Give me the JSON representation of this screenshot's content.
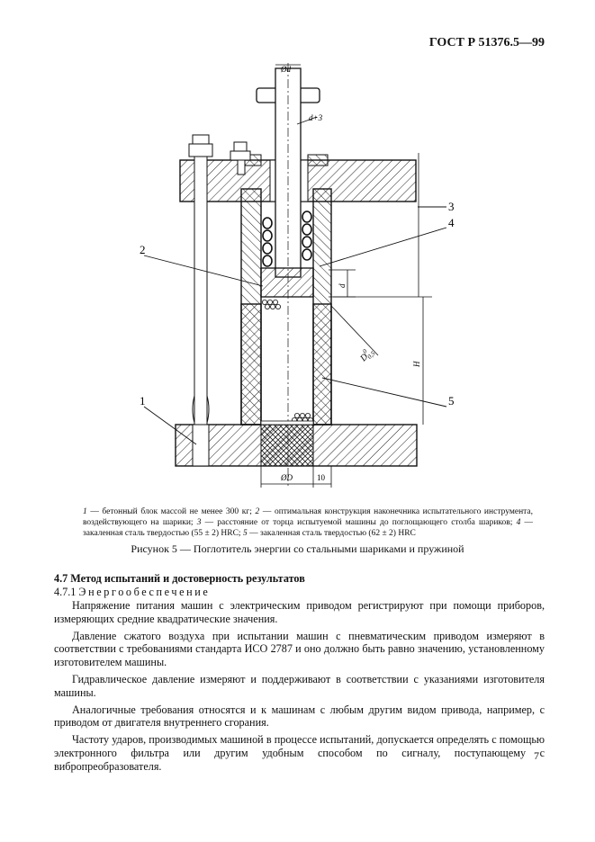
{
  "header": {
    "standard": "ГОСТ Р 51376.5—99"
  },
  "figure": {
    "labels": {
      "phi_d": "Ød",
      "d_plus_3": "d+3",
      "d": "d",
      "H": "H",
      "phi_D": "ØD",
      "ten": "10",
      "D_main": "D",
      "D_sup": "0",
      "D_sub": "0,5",
      "n1": "1",
      "n2": "2",
      "n3": "3",
      "n4": "4",
      "n5": "5"
    },
    "legend": {
      "i1": "1",
      "t1": " — бетонный блок массой не менее 300 кг; ",
      "i2": "2",
      "t2": " — оптимальная конструкция наконечника испытательного инструмента, воздействующего на шарики; ",
      "i3": "3",
      "t3": " — расстояние от торца испытуемой машины до поглощающего столба шариков; ",
      "i4": "4",
      "t4": " — закаленная сталь твердостью (55 ± 2) HRC; ",
      "i5": "5",
      "t5": " — закаленная сталь твердостью (62 ± 2) HRC"
    },
    "title": "Рисунок 5 — Поглотитель энергии со стальными шариками и пружиной"
  },
  "section": {
    "heading": "4.7 Метод испытаний и достоверность результатов",
    "sub_number": "4.7.1",
    "sub_title": "Энергообеспечение",
    "paragraphs": [
      "Напряжение питания машин с электрическим приводом регистрируют при помощи приборов, измеряющих средние квадратические значения.",
      "Давление сжатого воздуха при испытании машин с пневматическим приводом измеряют в соответствии с требованиями стандарта ИСО 2787 и оно должно быть равно значению, установленному изготовителем машины.",
      "Гидравлическое давление измеряют и поддерживают в соответствии с указаниями изготовителя машины.",
      "Аналогичные требования относятся и к машинам с любым другим видом привода, например, с приводом от двигателя внутреннего сгорания.",
      "Частоту ударов, производимых машиной в процессе испытаний, допускается определять с помощью электронного фильтра или другим удобным способом по сигналу, поступающему с вибропреобразователя."
    ]
  },
  "page_number": "7"
}
